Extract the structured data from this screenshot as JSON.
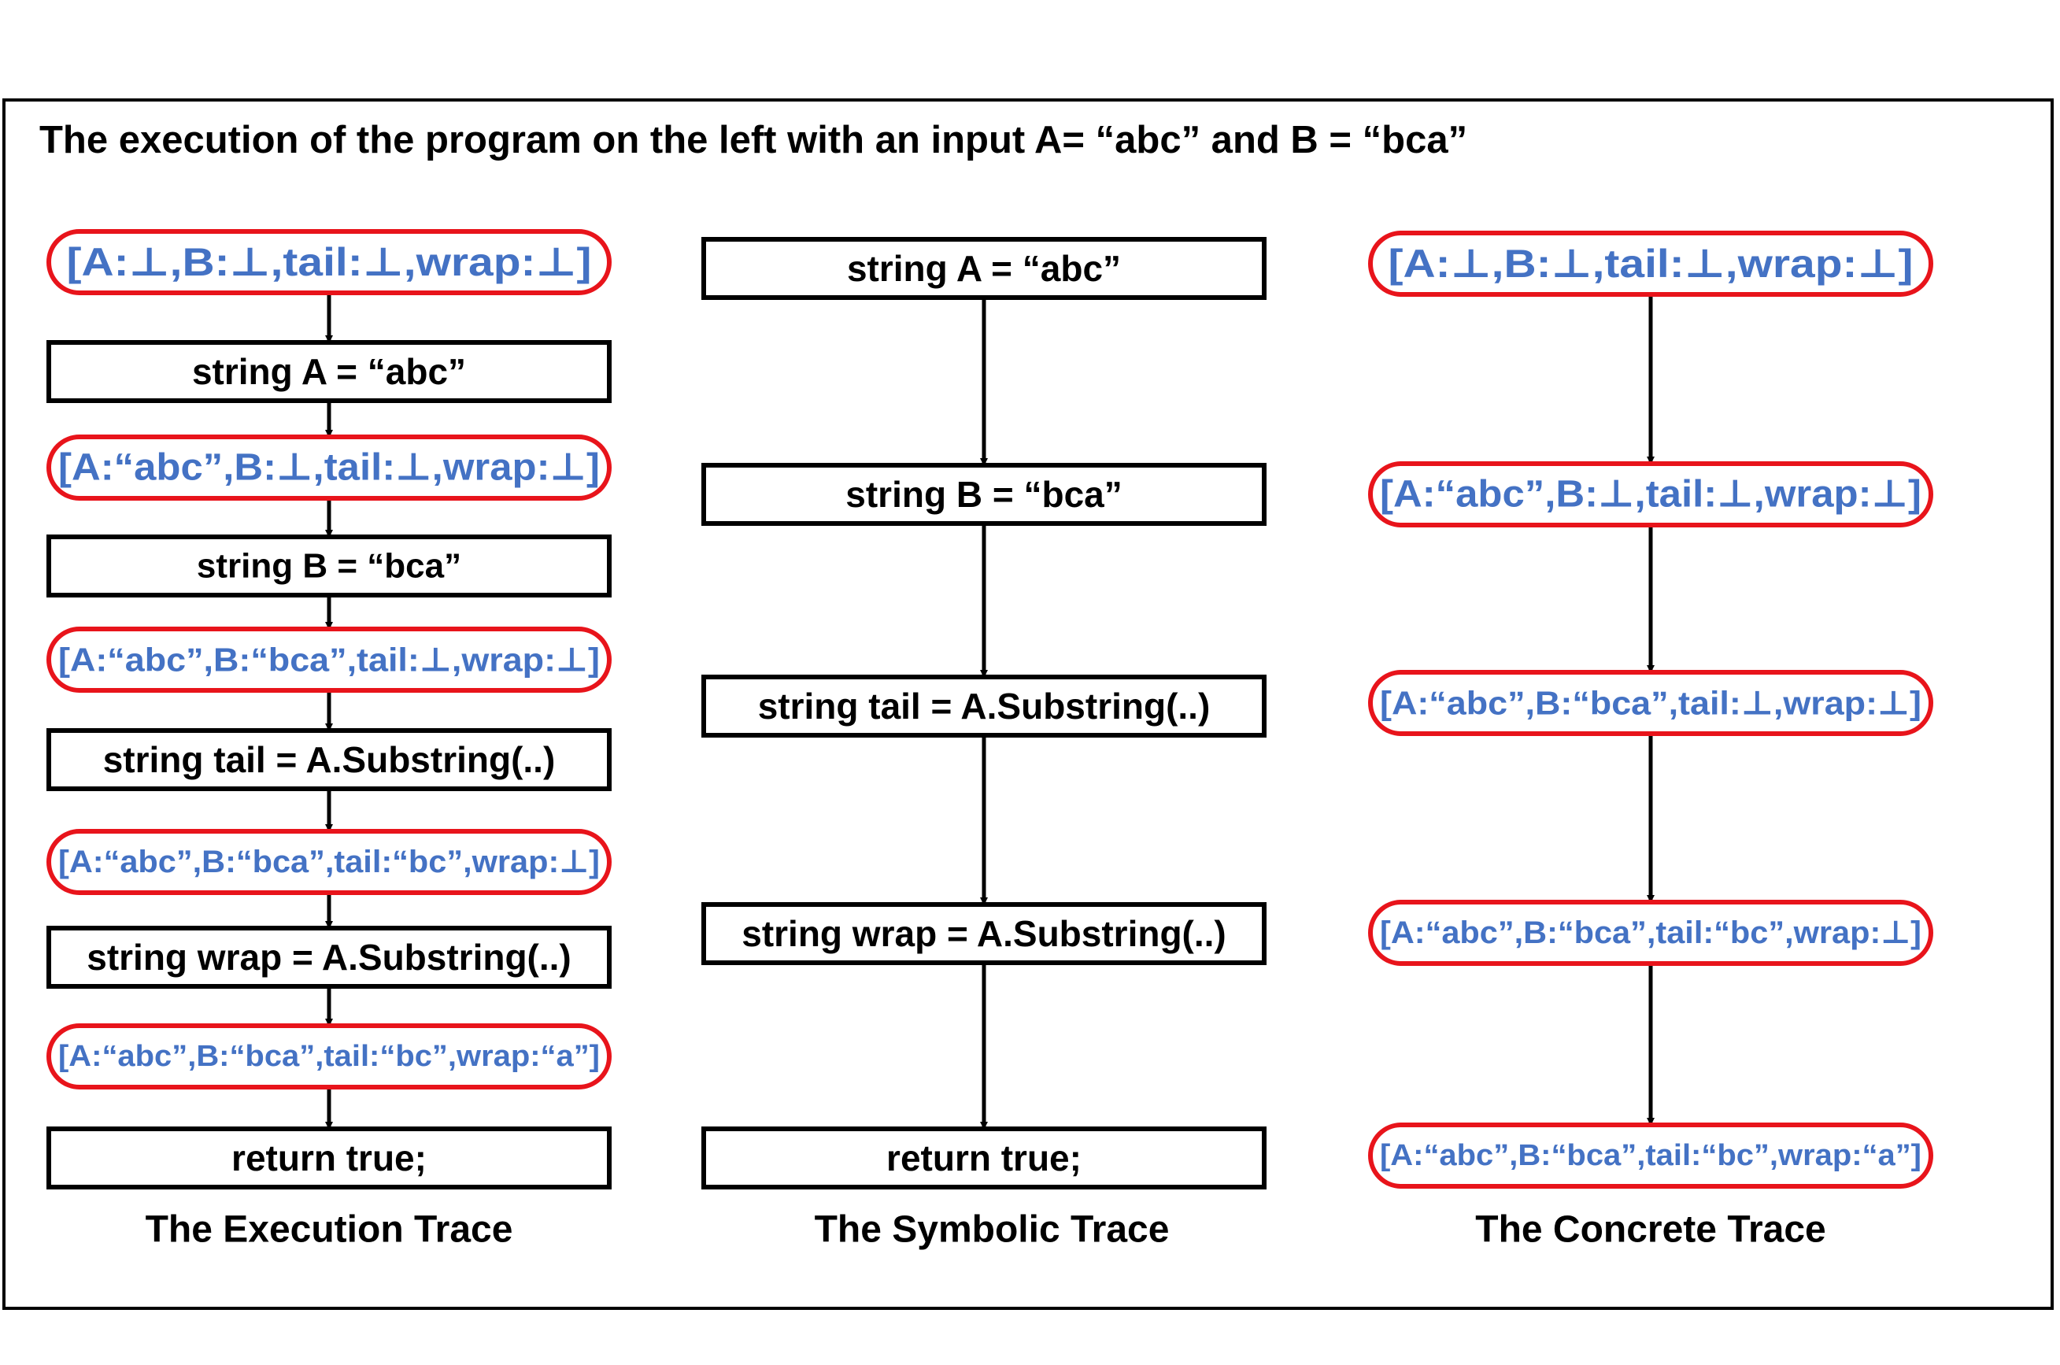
{
  "title": "The execution of the program on the left with an input A= “abc” and B = “bca”",
  "colors": {
    "state_border": "#E8141B",
    "state_text": "#4472C4",
    "stmt_border": "#000000"
  },
  "columns": [
    {
      "caption": "The Execution Trace",
      "nodes": [
        {
          "kind": "state",
          "text": "[A:⊥,B:⊥,tail:⊥,wrap:⊥]"
        },
        {
          "kind": "stmt",
          "text": "string A = “abc”"
        },
        {
          "kind": "state",
          "text": "[A:“abc”,B:⊥,tail:⊥,wrap:⊥]"
        },
        {
          "kind": "stmt",
          "text": "string B = “bca”"
        },
        {
          "kind": "state",
          "text": "[A:“abc”,B:“bca”,tail:⊥,wrap:⊥]"
        },
        {
          "kind": "stmt",
          "text": "string tail = A.Substring(..)"
        },
        {
          "kind": "state",
          "text": "[A:“abc”,B:“bca”,tail:“bc”,wrap:⊥]"
        },
        {
          "kind": "stmt",
          "text": "string wrap = A.Substring(..)"
        },
        {
          "kind": "state",
          "text": "[A:“abc”,B:“bca”,tail:“bc”,wrap:“a”]"
        },
        {
          "kind": "stmt",
          "text": "return true;"
        }
      ]
    },
    {
      "caption": "The Symbolic Trace",
      "nodes": [
        {
          "kind": "stmt",
          "text": "string A = “abc”"
        },
        {
          "kind": "stmt",
          "text": "string B = “bca”"
        },
        {
          "kind": "stmt",
          "text": "string tail = A.Substring(..)"
        },
        {
          "kind": "stmt",
          "text": "string wrap = A.Substring(..)"
        },
        {
          "kind": "stmt",
          "text": "return true;"
        }
      ]
    },
    {
      "caption": "The Concrete Trace",
      "nodes": [
        {
          "kind": "state",
          "text": "[A:⊥,B:⊥,tail:⊥,wrap:⊥]"
        },
        {
          "kind": "state",
          "text": "[A:“abc”,B:⊥,tail:⊥,wrap:⊥]"
        },
        {
          "kind": "state",
          "text": "[A:“abc”,B:“bca”,tail:⊥,wrap:⊥]"
        },
        {
          "kind": "state",
          "text": "[A:“abc”,B:“bca”,tail:“bc”,wrap:⊥]"
        },
        {
          "kind": "state",
          "text": "[A:“abc”,B:“bca”,tail:“bc”,wrap:“a”]"
        }
      ]
    }
  ]
}
